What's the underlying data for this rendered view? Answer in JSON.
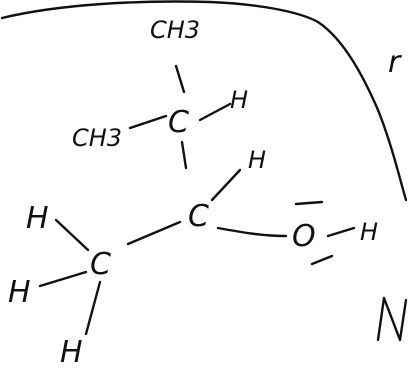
{
  "molecule": {
    "atoms": {
      "top_methyl": "CH3",
      "left_methyl": "CH3",
      "upper_carbon": "C",
      "upper_carbon_h": "H",
      "middle_carbon": "C",
      "middle_carbon_h": "H",
      "left_carbon": "C",
      "left_h_top": "H",
      "left_h_mid": "H",
      "left_h_bottom": "H",
      "oxygen": "O",
      "oxygen_h": "H"
    },
    "edge_letter_right": "r",
    "edge_letter_bottom_right": "N"
  },
  "colors": {
    "ink": "#111111",
    "background": "#ffffff"
  }
}
